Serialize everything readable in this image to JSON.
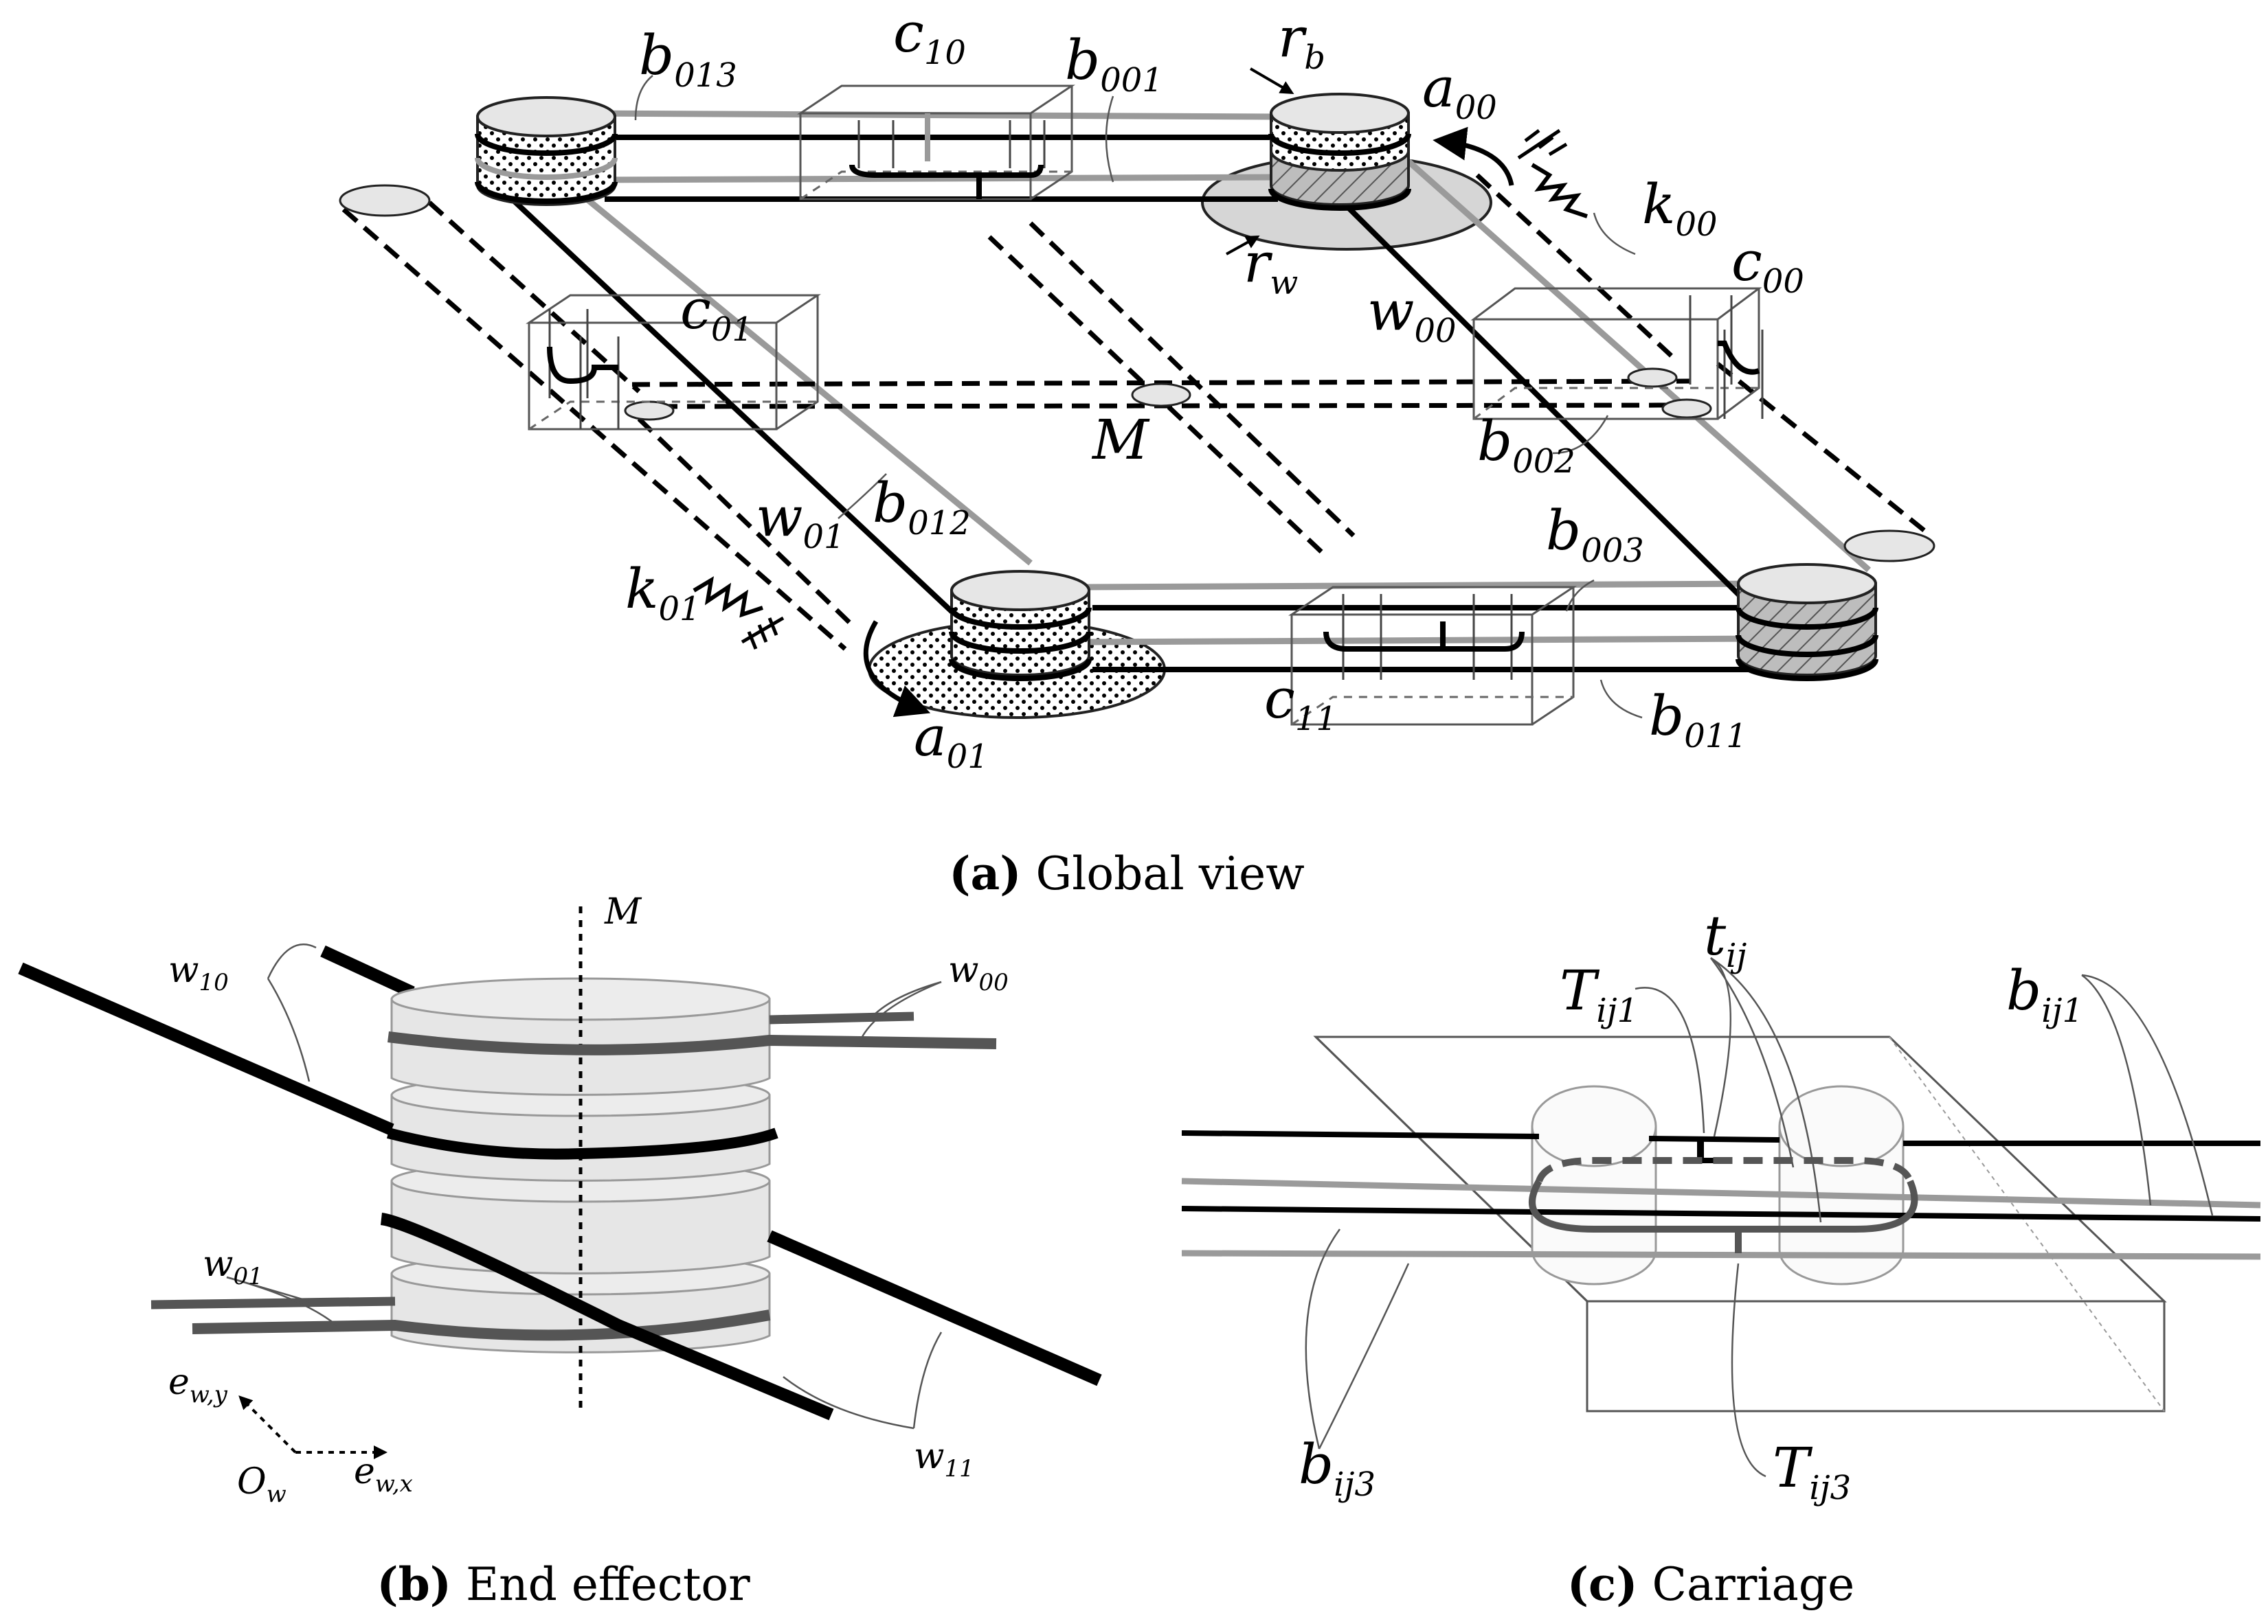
{
  "captions": {
    "a": {
      "tag": "(a)",
      "text": "Global view"
    },
    "b": {
      "tag": "(b)",
      "text": "End effector"
    },
    "c": {
      "tag": "(c)",
      "text": "Carriage"
    }
  },
  "global_view": {
    "labels": {
      "b013": {
        "main": "b",
        "sub": "013"
      },
      "c10": {
        "main": "c",
        "sub": "10"
      },
      "b001": {
        "main": "b",
        "sub": "001"
      },
      "rb": {
        "main": "r",
        "sub": "b"
      },
      "a00": {
        "main": "a",
        "sub": "00"
      },
      "k00": {
        "main": "k",
        "sub": "00"
      },
      "c00": {
        "main": "c",
        "sub": "00"
      },
      "rw": {
        "main": "r",
        "sub": "w"
      },
      "w00": {
        "main": "w",
        "sub": "00"
      },
      "c01": {
        "main": "c",
        "sub": "01"
      },
      "M": {
        "main": "M",
        "sub": ""
      },
      "b002": {
        "main": "b",
        "sub": "002"
      },
      "b012": {
        "main": "b",
        "sub": "012"
      },
      "w01": {
        "main": "w",
        "sub": "01"
      },
      "b003": {
        "main": "b",
        "sub": "003"
      },
      "k01": {
        "main": "k",
        "sub": "01"
      },
      "a01": {
        "main": "a",
        "sub": "01"
      },
      "c11": {
        "main": "c",
        "sub": "11"
      },
      "b011": {
        "main": "b",
        "sub": "011"
      }
    }
  },
  "end_effector": {
    "labels": {
      "M": {
        "main": "M",
        "sub": ""
      },
      "w10": {
        "main": "w",
        "sub": "10"
      },
      "w00": {
        "main": "w",
        "sub": "00"
      },
      "w01": {
        "main": "w",
        "sub": "01"
      },
      "w11": {
        "main": "w",
        "sub": "11"
      },
      "ewy": {
        "main": "e",
        "sub": "w,y"
      },
      "ewx": {
        "main": "e",
        "sub": "w,x"
      },
      "Ow": {
        "main": "O",
        "sub": "w"
      }
    }
  },
  "carriage": {
    "labels": {
      "tij": {
        "main": "t",
        "sub": "ij"
      },
      "Tij1": {
        "main": "T",
        "sub": "ij1"
      },
      "bij1": {
        "main": "b",
        "sub": "ij1"
      },
      "bij3": {
        "main": "b",
        "sub": "ij3"
      },
      "Tij3": {
        "main": "T",
        "sub": "ij3"
      }
    }
  }
}
